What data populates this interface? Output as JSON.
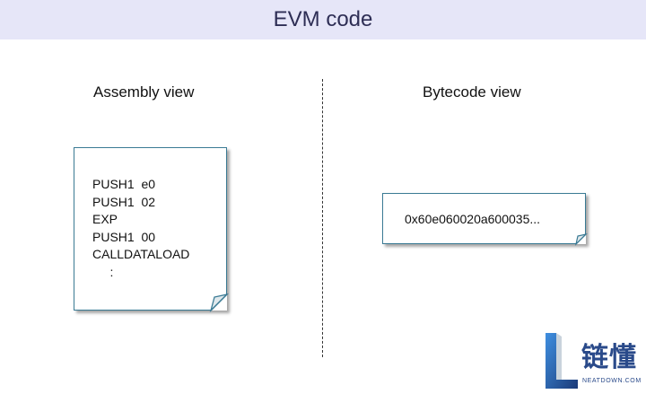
{
  "header": {
    "title": "EVM code"
  },
  "labels": {
    "assembly": "Assembly view",
    "bytecode": "Bytecode view"
  },
  "assembly": {
    "lines": [
      "PUSH1  e0",
      "PUSH1  02",
      "EXP",
      "PUSH1  00",
      "CALLDATALOAD",
      "     :"
    ]
  },
  "bytecode": {
    "text": "0x60e060020a600035..."
  },
  "logo": {
    "text": "链懂",
    "subtext": "NEATDOWN.COM"
  },
  "colors": {
    "title_bar": "#e6e6f8",
    "doc_border": "#3a7a94",
    "logo": "#2a4a8a"
  }
}
